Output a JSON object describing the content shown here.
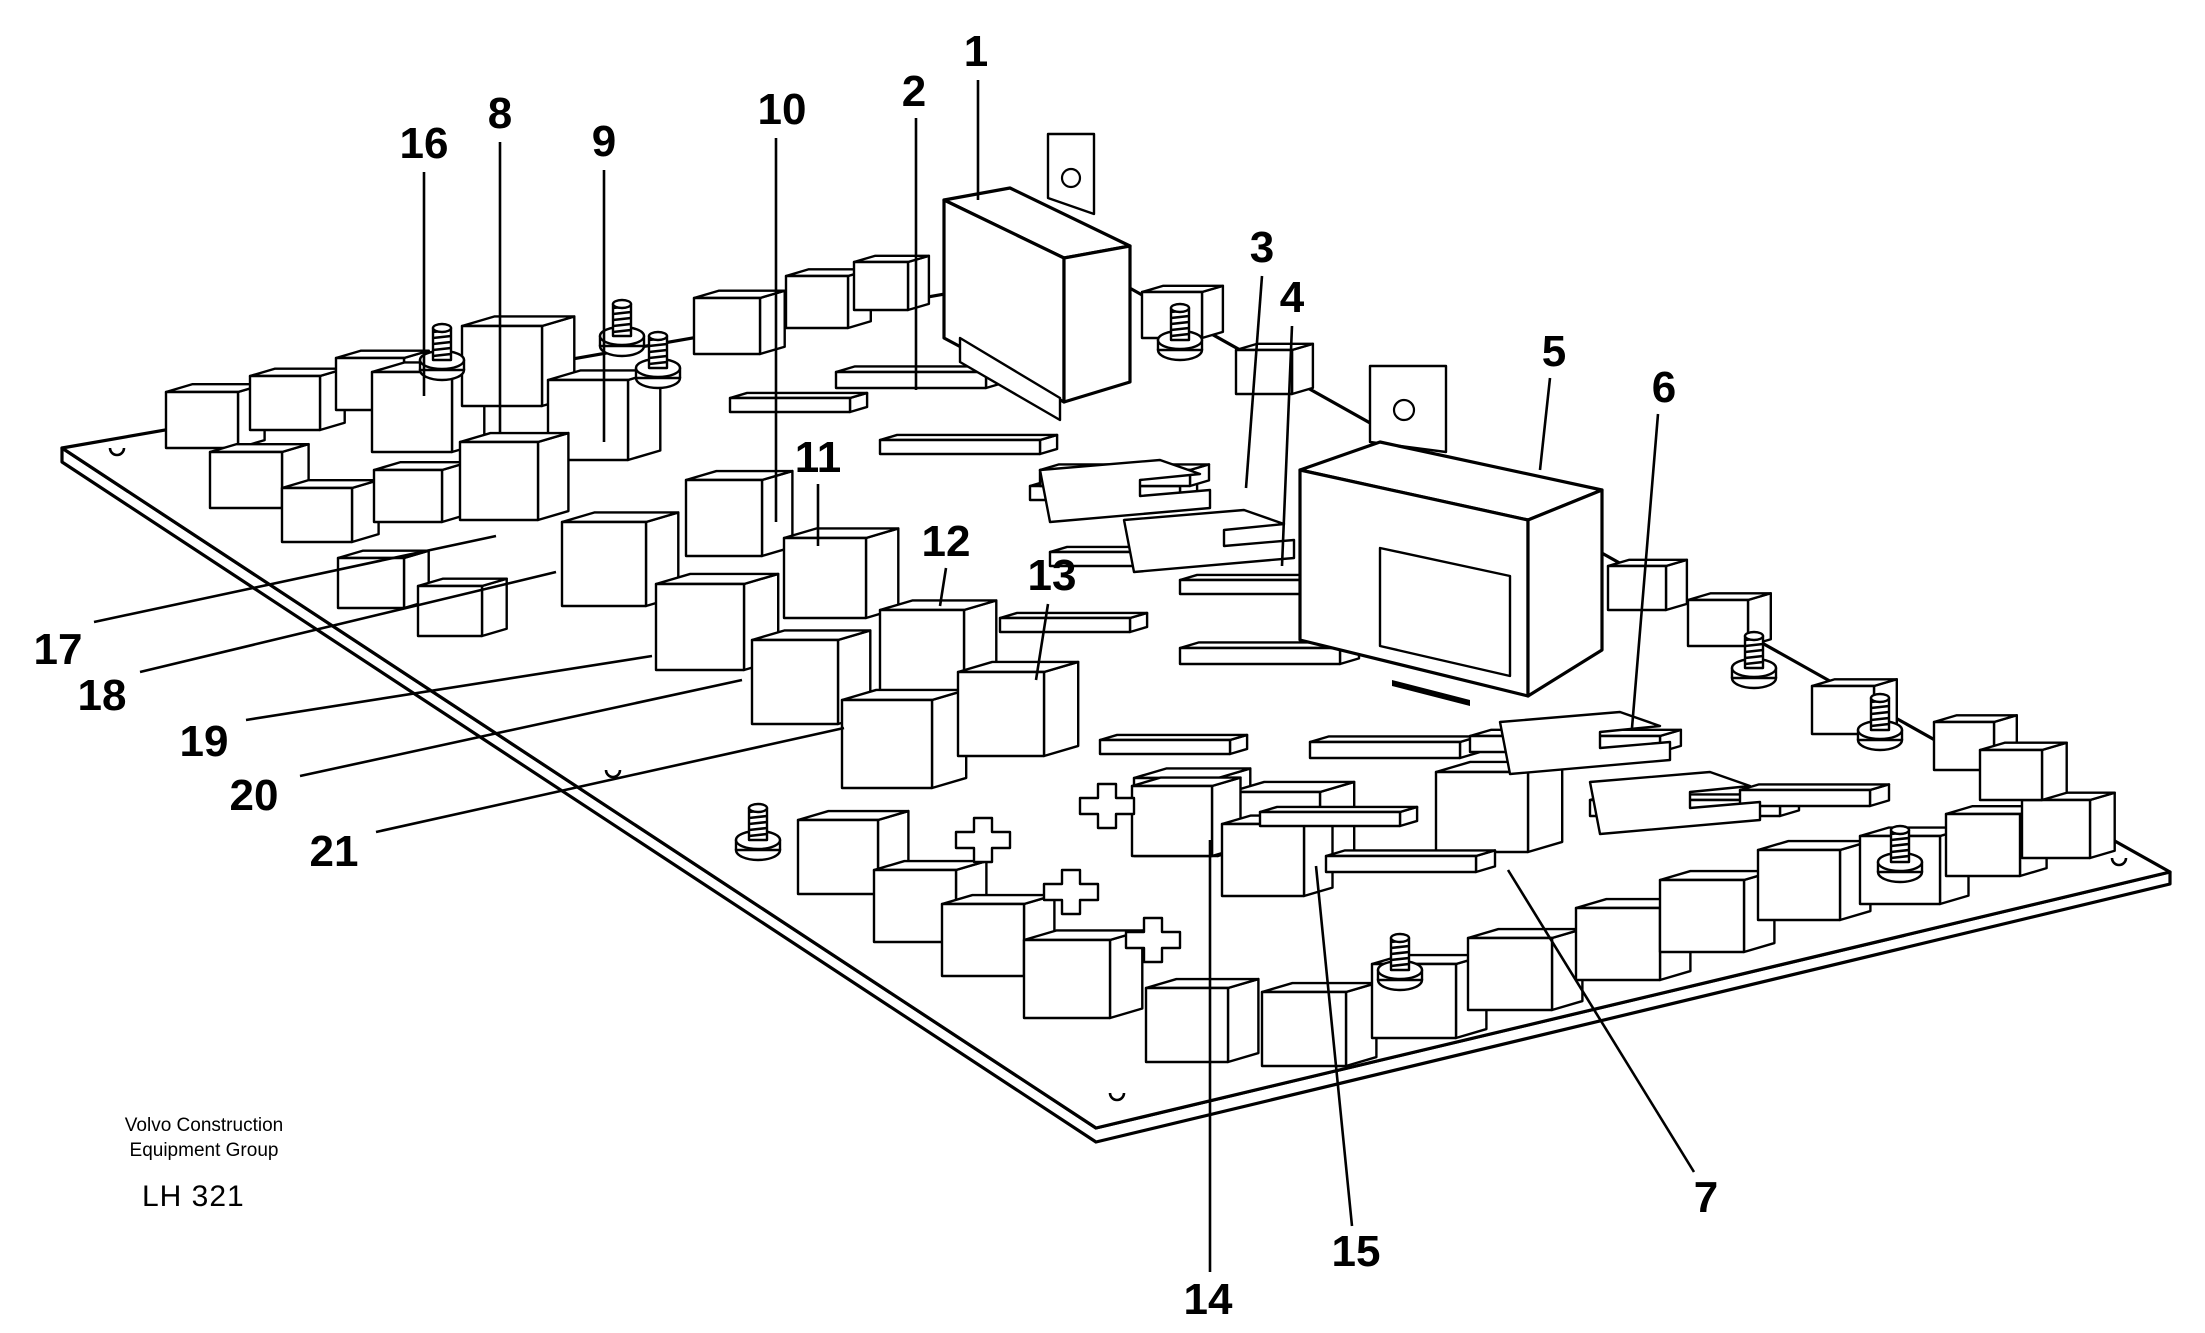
{
  "company": {
    "line1": "Volvo Construction",
    "line2": "Equipment Group"
  },
  "drawing_code": "LH 321",
  "callouts": [
    "1",
    "2",
    "3",
    "4",
    "5",
    "6",
    "7",
    "8",
    "9",
    "10",
    "11",
    "12",
    "13",
    "14",
    "15",
    "16",
    "17",
    "18",
    "19",
    "20",
    "21"
  ]
}
